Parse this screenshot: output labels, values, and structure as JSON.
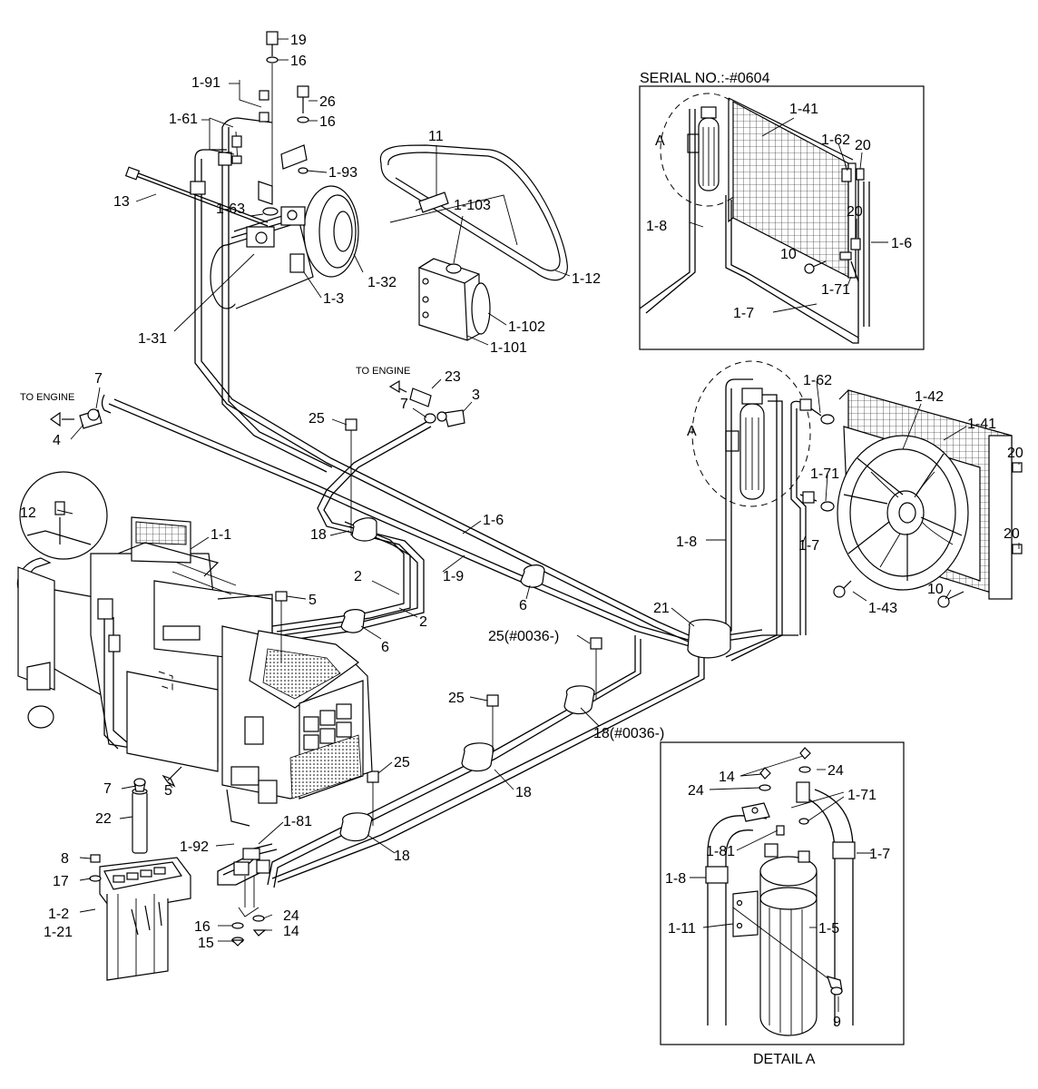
{
  "captions": {
    "serial_no": "SERIAL NO.:-#0604",
    "detail_a": "DETAIL A",
    "to_engine_left": "TO ENGINE",
    "to_engine_right": "TO ENGINE",
    "detail_ref_top": "A",
    "detail_ref_mid": "A"
  },
  "labels": {
    "p19": "19",
    "p16a": "16",
    "p26": "26",
    "p16b": "16",
    "p1_91": "1-91",
    "p1_61": "1-61",
    "p1_93": "1-93",
    "p13": "13",
    "p1_63": "1-63",
    "p1_32": "1-32",
    "p1_3": "1-3",
    "p1_31": "1-31",
    "p11": "11",
    "p1_103": "1-103",
    "p1_12": "1-12",
    "p1_102": "1-102",
    "p1_101": "1-101",
    "p1_41a": "1-41",
    "p1_62a": "1-62",
    "p20a": "20",
    "p20b": "20",
    "p1_8a": "1-8",
    "p1_6a": "1-6",
    "p10a": "10",
    "p1_71a": "1-71",
    "p1_7a": "1-7",
    "p7a": "7",
    "p4": "4",
    "p23": "23",
    "p3": "3",
    "p7b": "7",
    "p25a": "25",
    "p18a": "18",
    "p12": "12",
    "p1_1": "1-1",
    "p1_6b": "1-6",
    "p1_9": "1-9",
    "p2a": "2",
    "p2b": "2",
    "p5a": "5",
    "p6a": "6",
    "p6b": "6",
    "p1_62b": "1-62",
    "p1_42": "1-42",
    "p1_41b": "1-41",
    "p20c": "20",
    "p1_71b": "1-71",
    "p1_8b": "1-8",
    "p1_7b": "1-7",
    "p20d": "20",
    "p1_43": "1-43",
    "p10b": "10",
    "p21": "21",
    "p25b": "25(#0036-)",
    "p25c": "25",
    "p18b": "18(#0036-)",
    "p7c": "7",
    "p5b": "5",
    "p22": "22",
    "p25d": "25",
    "p18c": "18",
    "p1_81a": "1-81",
    "p1_92": "1-92",
    "p18d": "18",
    "p8": "8",
    "p17": "17",
    "p1_2": "1-2",
    "p1_21": "1-21",
    "p16c": "16",
    "p24a": "24",
    "p14a": "14",
    "p15": "15",
    "p14b": "14",
    "p24b": "24",
    "p24c": "24",
    "p1_71c": "1-71",
    "p1_81b": "1-81",
    "p1_7c": "1-7",
    "p1_8c": "1-8",
    "p1_11": "1-11",
    "p1_5": "1-5",
    "p9": "9"
  }
}
